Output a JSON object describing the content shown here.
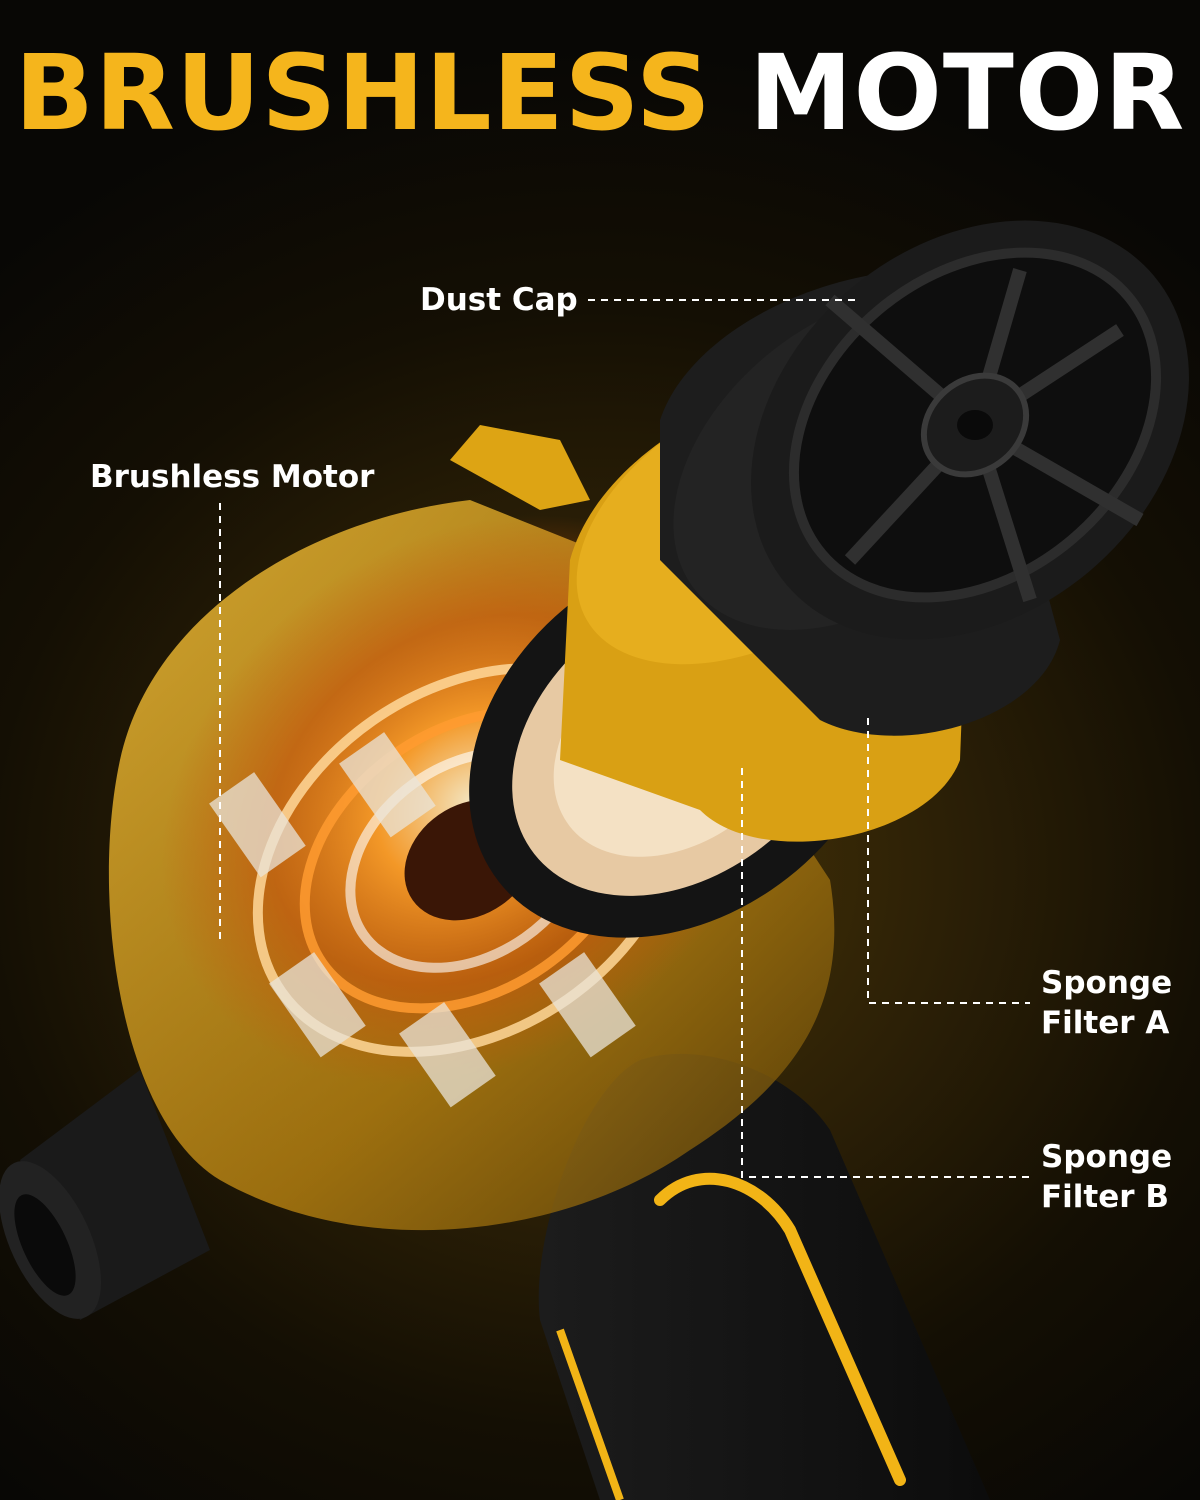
{
  "headline": {
    "word1": "BRUSHLESS",
    "word2": "MOTOR",
    "accent_color": "#f5b51c",
    "text_color": "#ffffff"
  },
  "callouts": {
    "dust_cap": "Dust Cap",
    "brushless_motor": "Brushless Motor",
    "sponge_filter_a": {
      "line1": "Sponge",
      "line2": "Filter A"
    },
    "sponge_filter_b": {
      "line1": "Sponge",
      "line2": "Filter B"
    }
  },
  "colors": {
    "tool_yellow": "#f2b416",
    "tool_black": "#151515",
    "glow_orange": "#ff8a1a"
  },
  "icons": {
    "product": "cordless-air-blower-illustration"
  }
}
